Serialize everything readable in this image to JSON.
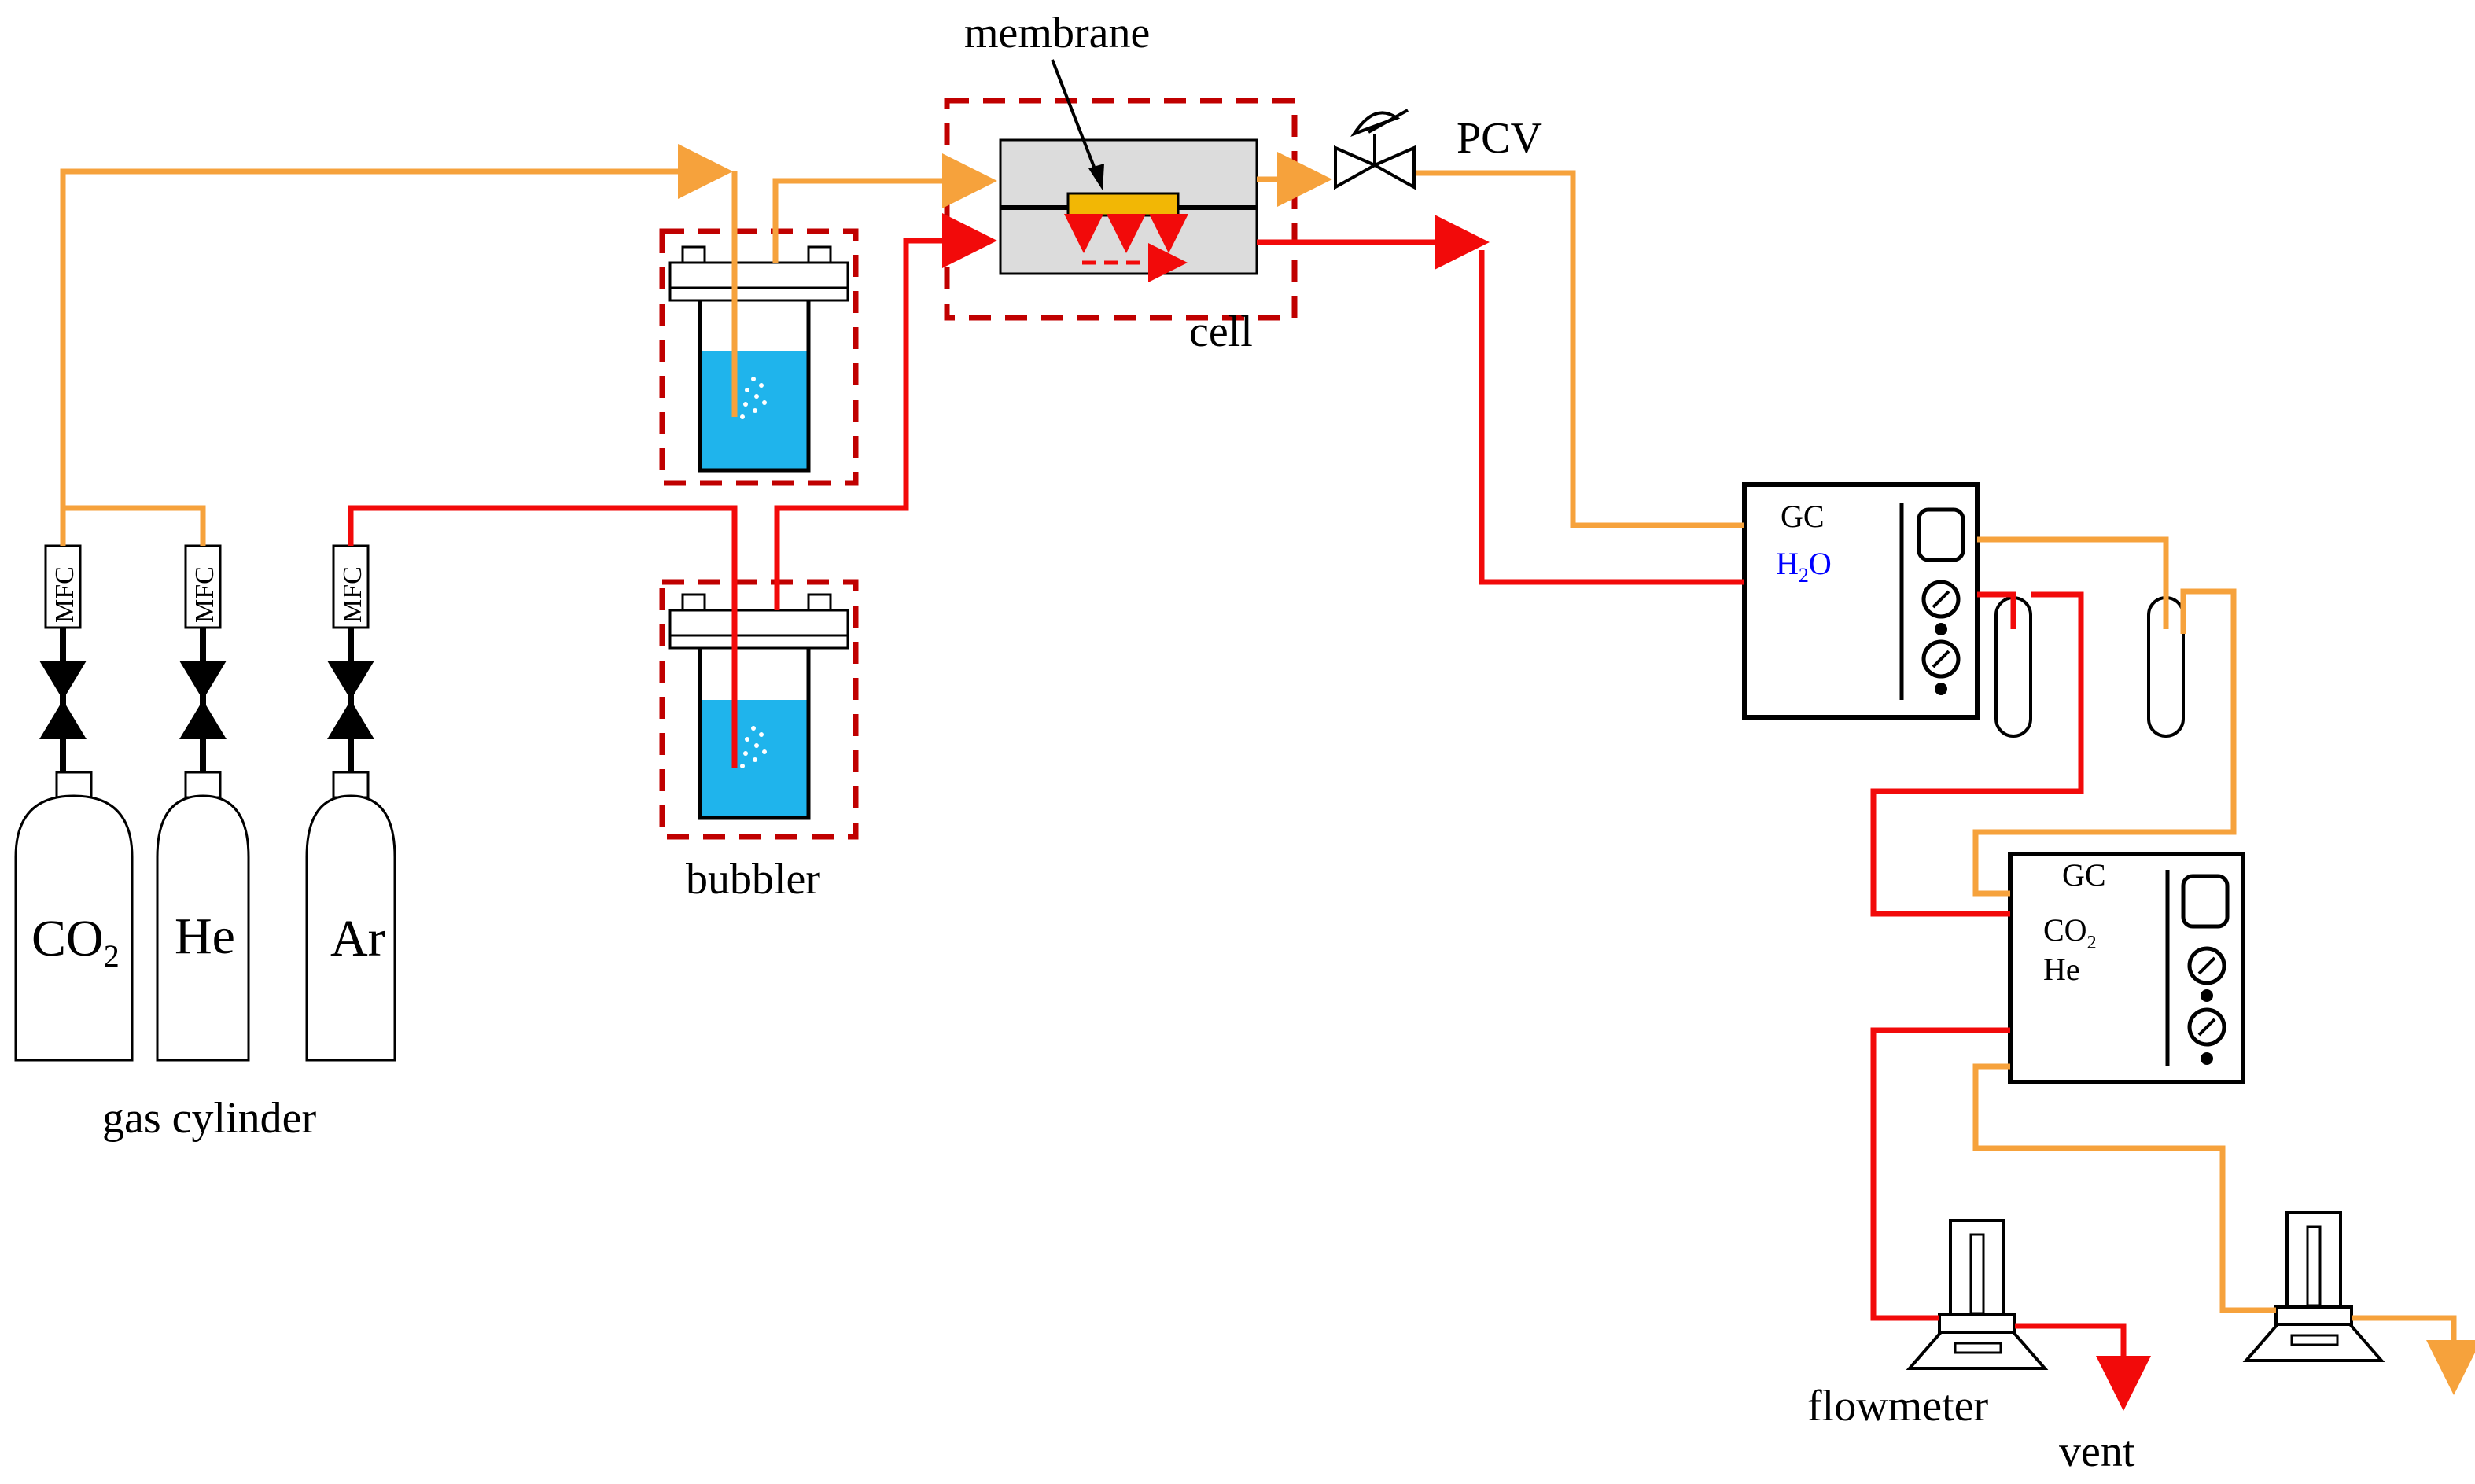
{
  "colors": {
    "orange_line": "#F6A23C",
    "red_line": "#F20A0A",
    "dashed_box": "#C00000",
    "water": "#1FB4EC",
    "membrane": "#F2B705",
    "cell_fill": "#DCDCDC",
    "h2o_text": "#0000FF"
  },
  "labels": {
    "membrane": "membrane",
    "cell": "cell",
    "pcv": "PCV",
    "bubbler": "bubbler",
    "gas_cylinder": "gas cylinder",
    "flowmeter": "flowmeter",
    "vent": "vent"
  },
  "cylinders": [
    {
      "gas": "CO",
      "sub": "2"
    },
    {
      "gas": "He",
      "sub": ""
    },
    {
      "gas": "Ar",
      "sub": ""
    }
  ],
  "mfc_label": "MFC",
  "gc1": {
    "title": "GC",
    "species": [
      {
        "main": "H",
        "sub": "2",
        "tail": "O"
      }
    ]
  },
  "gc2": {
    "title": "GC",
    "species": [
      {
        "main": "CO",
        "sub": "2",
        "tail": ""
      },
      {
        "main": "He",
        "sub": "",
        "tail": ""
      }
    ]
  }
}
